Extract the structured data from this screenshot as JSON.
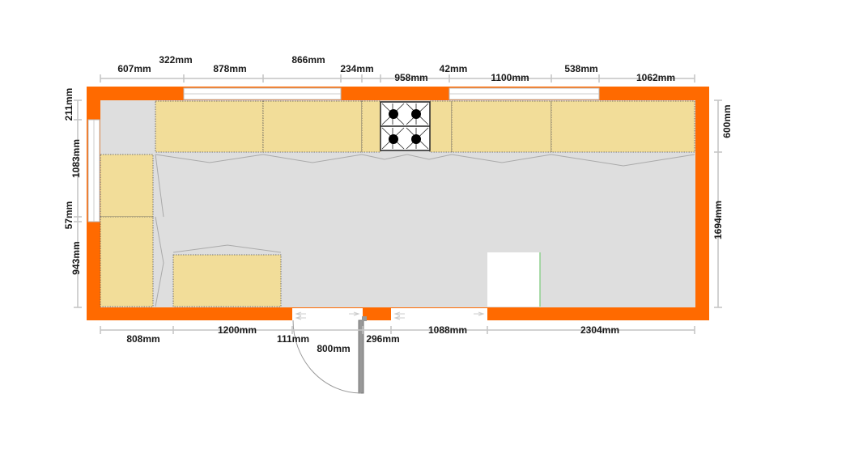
{
  "colors": {
    "wall": "#ff6a00",
    "floor": "#dedede",
    "cabinet": "#f2dd99",
    "cabinet_outline": "#555555",
    "dimension_line": "#c4c4c4",
    "dimension_text": "#1a1a1a",
    "window_fill": "#ffffff",
    "appliance_fill": "#ffffff"
  },
  "dimensions": {
    "top": [
      "607mm",
      "322mm",
      "878mm",
      "866mm",
      "234mm",
      "958mm",
      "42mm",
      "1100mm",
      "538mm",
      "1062mm"
    ],
    "left": [
      "211mm",
      "1083mm",
      "57mm",
      "943mm"
    ],
    "right": [
      "600mm",
      "1694mm"
    ],
    "bottom": [
      "808mm",
      "1200mm",
      "111mm",
      "800mm",
      "296mm",
      "1088mm",
      "2304mm"
    ]
  },
  "fixtures": {
    "hob_icon": "stove-top-icon",
    "door_icon": "door-swing-icon"
  }
}
